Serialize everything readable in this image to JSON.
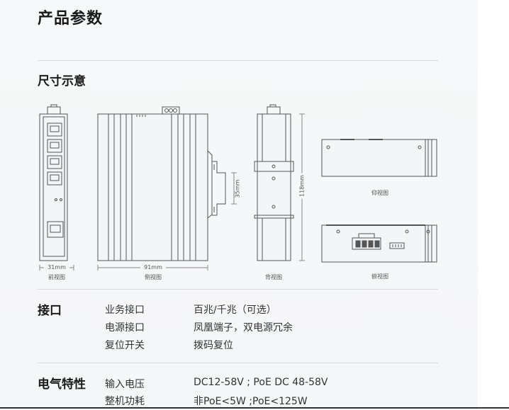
{
  "page": {
    "title": "产品参数"
  },
  "dimensions": {
    "title": "尺寸示意",
    "front": {
      "width_label": "31mm",
      "caption": "前视图"
    },
    "side": {
      "width_label": "91mm",
      "caption": "侧视图",
      "rail_label": "35mm"
    },
    "back": {
      "caption": "背视图",
      "height_label": "118mm"
    },
    "bottom": {
      "caption": "仰视图"
    },
    "top": {
      "caption": "俯视图"
    }
  },
  "interface": {
    "heading": "接口",
    "rows": [
      {
        "label": "业务接口",
        "value": "百兆/千兆（可选）"
      },
      {
        "label": "电源接口",
        "value": "凤凰端子，双电源冗余"
      },
      {
        "label": "复位开关",
        "value": "拨码复位"
      }
    ]
  },
  "electrical": {
    "heading": "电气特性",
    "rows": [
      {
        "label": "输入电压",
        "value": "DC12-58V ; PoE DC 48-58V"
      },
      {
        "label": "整机功耗",
        "value": "非PoE<5W ;PoE<125W"
      }
    ]
  }
}
